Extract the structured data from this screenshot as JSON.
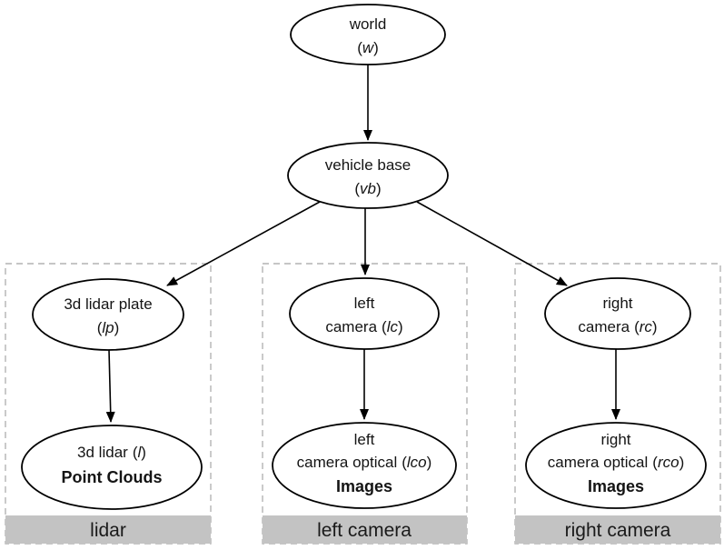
{
  "colors": {
    "accent_orange": "#F08A0D",
    "bar_gray": "#C3C3C3",
    "dash_border": "#B3B3B3",
    "ink": "#000000"
  },
  "punct": {
    "open": "(",
    "close": ")"
  },
  "nodes": {
    "world": {
      "name": "world",
      "sym": "w"
    },
    "vehicle_base": {
      "name": "vehicle base",
      "sym": "vb"
    },
    "lidar_plate": {
      "name": "3d lidar plate",
      "sym": "lp"
    },
    "left_camera": {
      "line1": "left",
      "line2": "camera",
      "sym": "lc"
    },
    "right_camera": {
      "line1": "right",
      "line2": "camera",
      "sym": "rc"
    },
    "lidar": {
      "name": "3d lidar",
      "sym": "l",
      "data_label": "Point Clouds"
    },
    "left_camera_optical": {
      "line1": "left",
      "line2": "camera optical",
      "sym": "lco",
      "data_label": "Images"
    },
    "right_camera_optical": {
      "line1": "right",
      "line2": "camera optical",
      "sym": "rco",
      "data_label": "Images"
    }
  },
  "groups": [
    {
      "label": "lidar"
    },
    {
      "label": "left camera"
    },
    {
      "label": "right camera"
    }
  ]
}
